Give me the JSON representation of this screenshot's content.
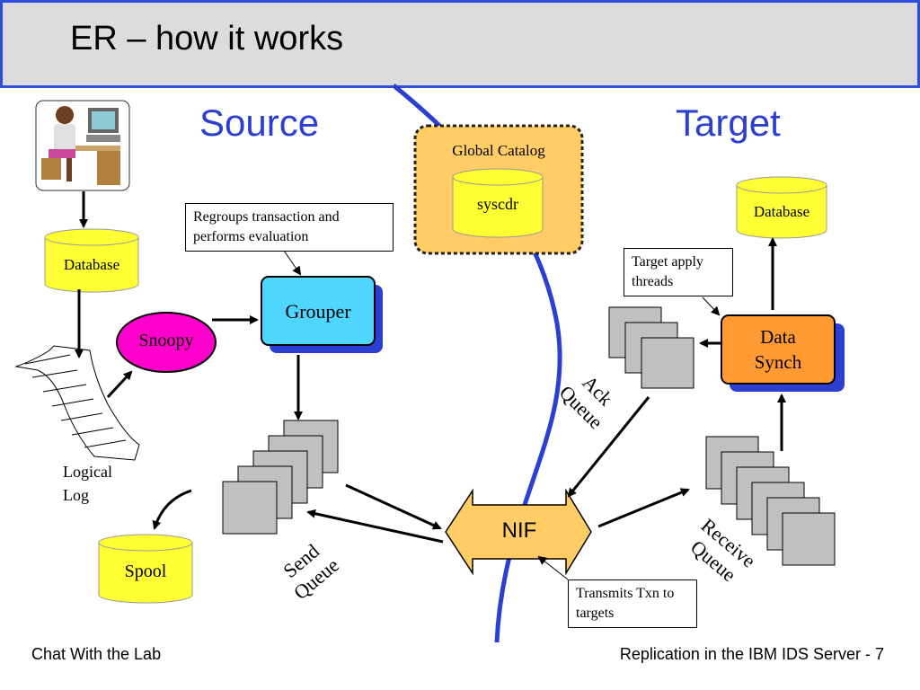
{
  "title": "ER – how it works",
  "headings": {
    "source": "Source",
    "target": "Target"
  },
  "global_catalog": {
    "title": "Global Catalog",
    "db": "syscdr"
  },
  "nodes": {
    "database_source": "Database",
    "snoopy": "Snoopy",
    "grouper": "Grouper",
    "logical_log": "Logical\nLog",
    "spool": "Spool",
    "send_queue": "Send\nQueue",
    "nif": "NIF",
    "ack_queue": "Ack\nQueue",
    "receive_queue": "Receive\nQueue",
    "data_synch": "Data\nSynch",
    "database_target": "Database"
  },
  "callouts": {
    "grouper_note": "Regroups transaction and performs evaluation",
    "target_apply": "Target apply threads",
    "transmits": "Transmits Txn to targets"
  },
  "footer": {
    "left": "Chat With  the Lab",
    "right": "Replication in the IBM IDS Server - 7"
  },
  "colors": {
    "title_border": "#2f4fd8",
    "heading": "#2b3fd0",
    "database": "#ffff33",
    "grouper": "#4fd6ff",
    "data_synch": "#ff9a33",
    "snoopy": "#ff00cc",
    "nif": "#ffcc66",
    "catalog": "#ffcc66",
    "divider": "#2b3fd0",
    "queue_doc": "#c0c0c0"
  },
  "icons": {
    "operator": "person-at-computer-icon"
  }
}
